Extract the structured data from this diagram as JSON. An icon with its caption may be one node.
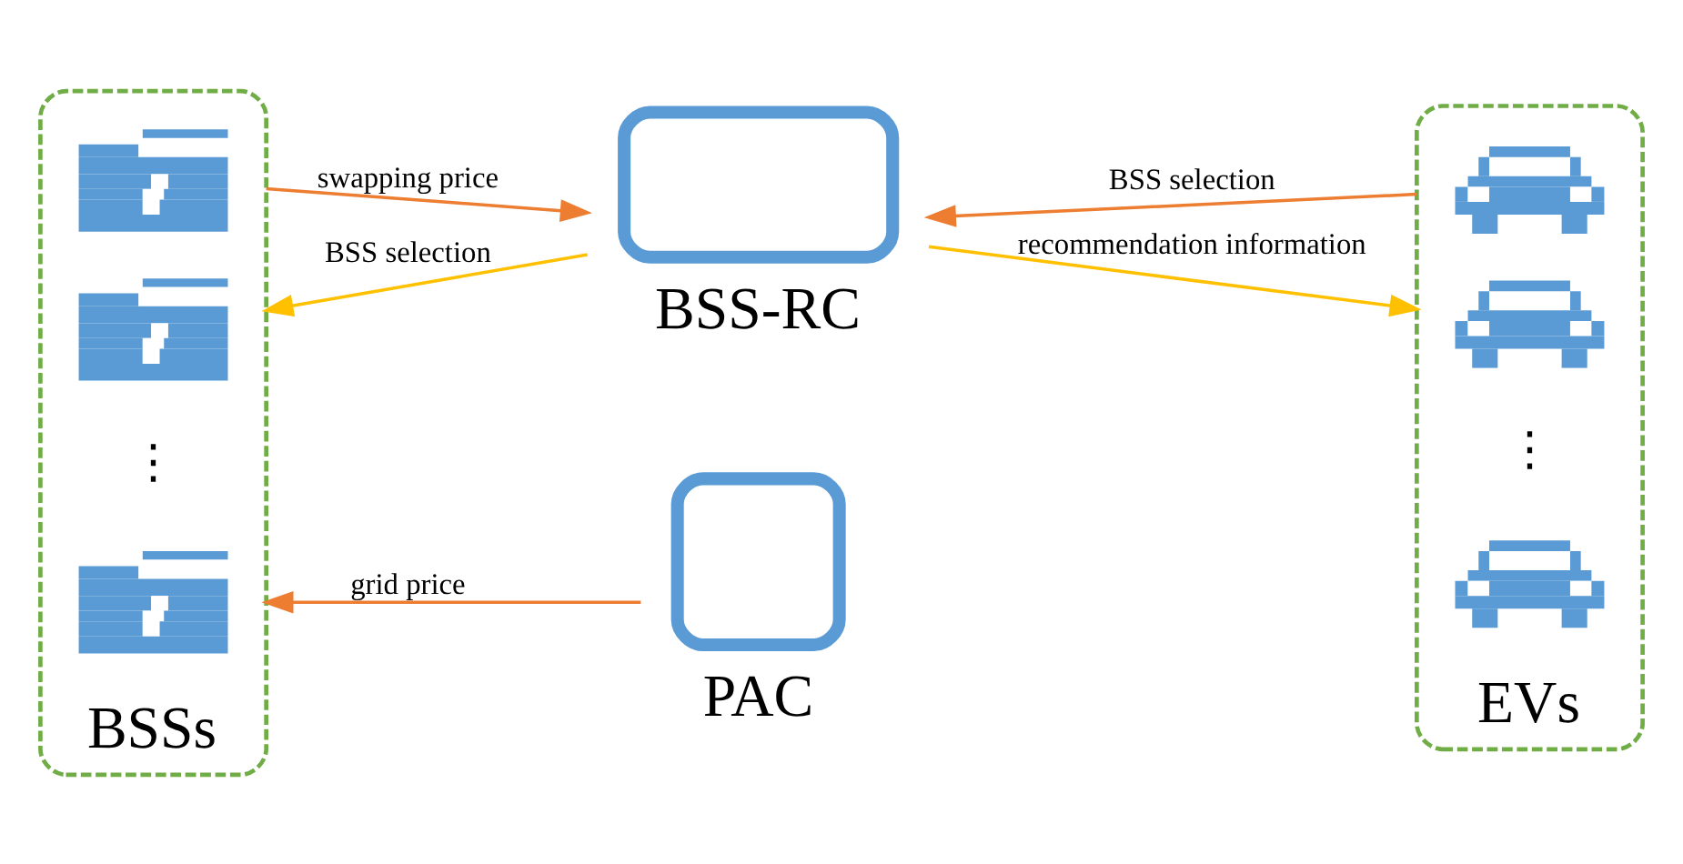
{
  "diagram": {
    "nodes": [
      {
        "text": [
          "BSSs"
        ]
      },
      {
        "text": [],
        "shape": "picture",
        "in": 0
      },
      {
        "text": [],
        "shape": "picture",
        "in": 0
      },
      {
        "text": [],
        "shape": "picture",
        "in": 0
      },
      {
        "text": [
          "BSS-RC"
        ]
      },
      {
        "text": [
          "PAC"
        ]
      },
      {
        "text": [
          "EVs"
        ]
      },
      {
        "text": [],
        "shape": "picture",
        "in": 6
      },
      {
        "text": [],
        "shape": "picture",
        "in": 6
      },
      {
        "text": [],
        "shape": "picture",
        "in": 6
      }
    ],
    "edges": [
      {
        "from": 0,
        "to": 4,
        "arrow": "to",
        "label": "swapping price"
      },
      {
        "from": 4,
        "to": 0,
        "arrow": "to",
        "label": "BSS selection",
        "color": "#ffc000"
      },
      {
        "from": 6,
        "to": 4,
        "arrow": "to",
        "label": "BSS selection"
      },
      {
        "from": 4,
        "to": 6,
        "arrow": "to",
        "label": "recommendation information",
        "color": "#ffc000"
      },
      {
        "from": 5,
        "to": 0,
        "arrow": "to",
        "label": "grid price"
      }
    ],
    "labels": [
      "⋮",
      "⋮"
    ]
  }
}
